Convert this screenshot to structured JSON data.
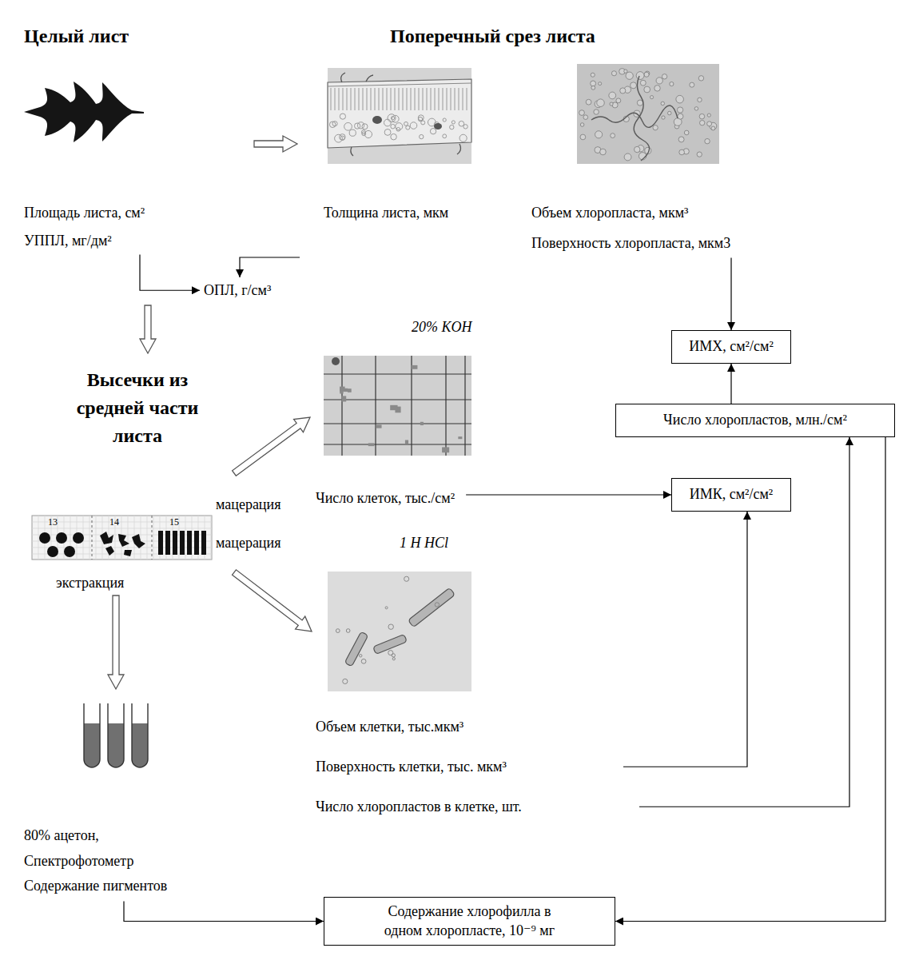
{
  "diagram": {
    "nodes": [
      {
        "text": [
          "ИМХ, см²/см²"
        ]
      },
      {
        "text": [
          "Число хлоропластов, млн./см²"
        ]
      },
      {
        "text": [
          "ИМК, см²/см²"
        ]
      },
      {
        "text": [
          "Содержание хлорофилла в одном хлоропласте, 10⁻⁹ мг"
        ]
      }
    ],
    "edges": [
      {
        "from": 1,
        "to": 0,
        "arrow": "to"
      },
      {
        "from": 1,
        "to": 3,
        "arrow": "to"
      }
    ],
    "labels": [
      "Целый лист",
      "Поперечный срез листа",
      "Площадь листа, см²",
      "Толщина листа, мкм",
      "Объем хлоропласта, мкм³",
      "УППЛ, мг/дм²",
      "Поверхность хлоропласта, мкм3",
      "ОПЛ, г/см³",
      "20% KOH",
      "Высечки из средней части листа",
      "мацерация",
      "Число клеток, тыс./см²",
      "13",
      "14",
      "15",
      "мацерация",
      "1 Н HCl",
      "экстракция",
      "Объем клетки, тыс.мкм³",
      "Поверхность клетки, тыс. мкм³",
      "Число хлоропластов в клетке, шт.",
      "80% ацетон, Спектрофотометр Содержание пигментов"
    ]
  }
}
